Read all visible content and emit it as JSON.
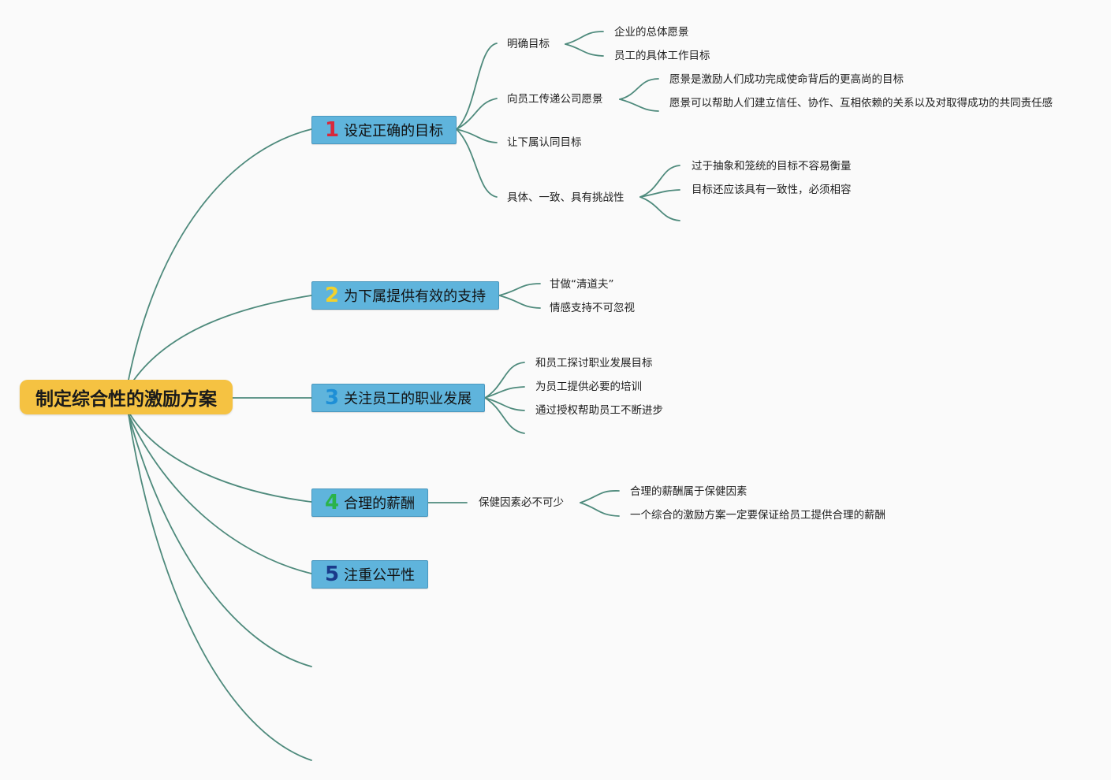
{
  "root": {
    "label": "制定综合性的激励方案",
    "color": "#f5c242"
  },
  "topic_color": "#5fb4dc",
  "line_color": "#4e8a7c",
  "topics": [
    {
      "num": "1",
      "num_color": "#d8293b",
      "label": "设定正确的目标",
      "children": [
        {
          "label": "明确目标",
          "children": [
            "企业的总体愿景",
            "员工的具体工作目标"
          ]
        },
        {
          "label": "向员工传递公司愿景",
          "children": [
            "愿景是激励人们成功完成使命背后的更高尚的目标",
            "愿景可以帮助人们建立信任、协作、互相依赖的关系以及对取得成功的共同责任感"
          ]
        },
        {
          "label": "让下属认同目标",
          "children": []
        },
        {
          "label": "具体、一致、具有挑战性",
          "children": [
            "过于抽象和笼统的目标不容易衡量",
            "目标还应该具有一致性，必须相容"
          ]
        }
      ]
    },
    {
      "num": "2",
      "num_color": "#f2d12c",
      "label": "为下属提供有效的支持",
      "children": [
        {
          "label": "甘做“清道夫”"
        },
        {
          "label": "情感支持不可忽视"
        }
      ]
    },
    {
      "num": "3",
      "num_color": "#1e8fd6",
      "label": "关注员工的职业发展",
      "children": [
        {
          "label": "和员工探讨职业发展目标"
        },
        {
          "label": "为员工提供必要的培训"
        },
        {
          "label": "通过授权帮助员工不断进步"
        }
      ]
    },
    {
      "num": "4",
      "num_color": "#2bb34a",
      "label": "合理的薪酬",
      "children": [
        {
          "label": "保健因素必不可少",
          "children": [
            "合理的薪酬属于保健因素",
            "一个综合的激励方案一定要保证给员工提供合理的薪酬"
          ]
        }
      ]
    },
    {
      "num": "5",
      "num_color": "#1a3a8a",
      "label": "注重公平性",
      "children": []
    }
  ]
}
